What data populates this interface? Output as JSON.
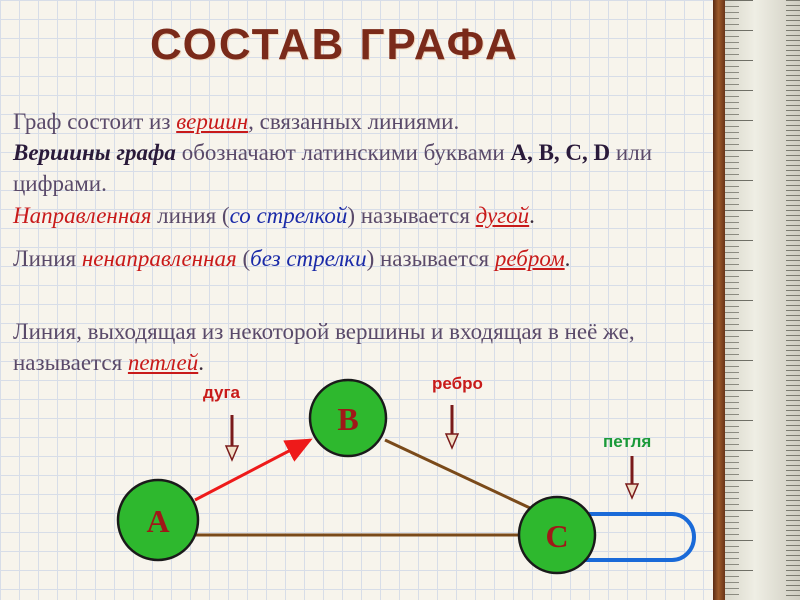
{
  "title": "СОСТАВ ГРАФА",
  "p1": {
    "a": "Граф состоит из ",
    "term": "вершин",
    "b": ", связанных линиями.",
    "vertices_term": "Вершины графа",
    "c": " обозначают латинскими буквами ",
    "letters": "A, B, C, D",
    "d": " или цифрами."
  },
  "p2": {
    "term": "Направленная",
    "a": " линия (",
    "arrow_term": "со стрелкой",
    "b": ") называется ",
    "arc": "дугой",
    "end": "."
  },
  "p3": {
    "a": "Линия ",
    "term": "ненаправленная",
    "b": " (",
    "no_arrow": "без стрелки",
    "c": ") называется ",
    "edge": "ребром",
    "end": "."
  },
  "p4": {
    "a": "Линия, выходящая из некоторой вершины и входящая в неё же, называется ",
    "loop": "петлей",
    "end": "."
  },
  "graph": {
    "label_arc": "дуга",
    "label_edge": "ребро",
    "label_loop": "петля",
    "nodes": [
      "A",
      "B",
      "C"
    ]
  },
  "colors": {
    "title": "#7a2a1a",
    "term_red": "#c81a1a",
    "term_blue": "#1a2aa8",
    "node_fill": "#2eb82e",
    "arc": "#ee1a1a",
    "edge": "#7a4a1a",
    "loop": "#1a6ad8",
    "label_loop": "#1a9a3a"
  }
}
